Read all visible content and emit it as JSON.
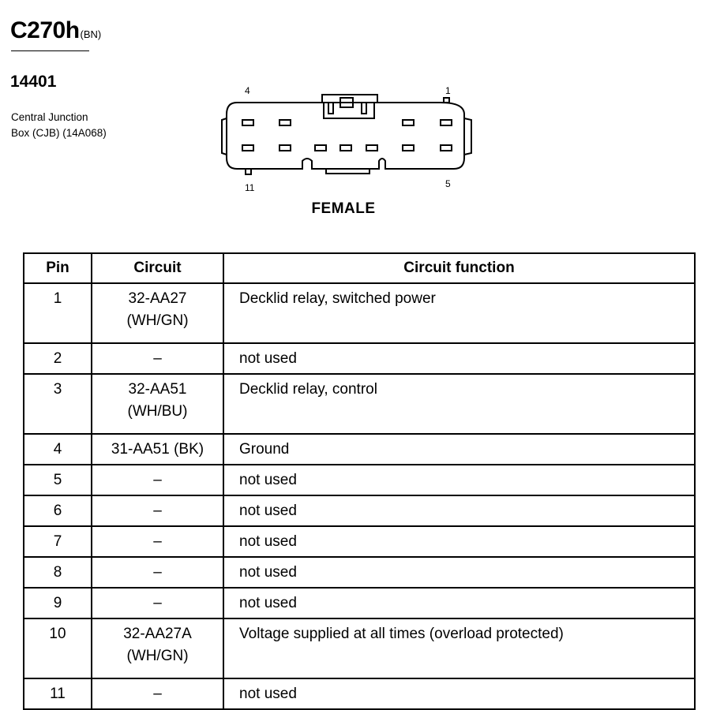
{
  "header": {
    "connector_id": "C270h",
    "connector_color_code": "(BN)",
    "part_number": "14401",
    "description_lines": [
      "Central Junction",
      "Box (CJB) (14A068)"
    ]
  },
  "connector_view": {
    "pin_labels": {
      "top_left": "4",
      "top_right": "1",
      "bottom_left": "11",
      "bottom_right": "5"
    },
    "caption": "FEMALE"
  },
  "table": {
    "headers": {
      "pin": "Pin",
      "circuit": "Circuit",
      "function": "Circuit function"
    },
    "rows": [
      {
        "pin": "1",
        "circuit": [
          "32-AA27",
          "(WH/GN)"
        ],
        "function": "Decklid relay, switched power"
      },
      {
        "pin": "2",
        "circuit": [
          "–"
        ],
        "function": "not used"
      },
      {
        "pin": "3",
        "circuit": [
          "32-AA51",
          "(WH/BU)"
        ],
        "function": "Decklid relay, control"
      },
      {
        "pin": "4",
        "circuit": [
          "31-AA51 (BK)"
        ],
        "function": "Ground"
      },
      {
        "pin": "5",
        "circuit": [
          "–"
        ],
        "function": "not used"
      },
      {
        "pin": "6",
        "circuit": [
          "–"
        ],
        "function": "not used"
      },
      {
        "pin": "7",
        "circuit": [
          "–"
        ],
        "function": "not used"
      },
      {
        "pin": "8",
        "circuit": [
          "–"
        ],
        "function": "not used"
      },
      {
        "pin": "9",
        "circuit": [
          "–"
        ],
        "function": "not used"
      },
      {
        "pin": "10",
        "circuit": [
          "32-AA27A",
          "(WH/GN)"
        ],
        "function": "Voltage supplied at all times (overload protected)"
      },
      {
        "pin": "11",
        "circuit": [
          "–"
        ],
        "function": "not used"
      }
    ]
  }
}
